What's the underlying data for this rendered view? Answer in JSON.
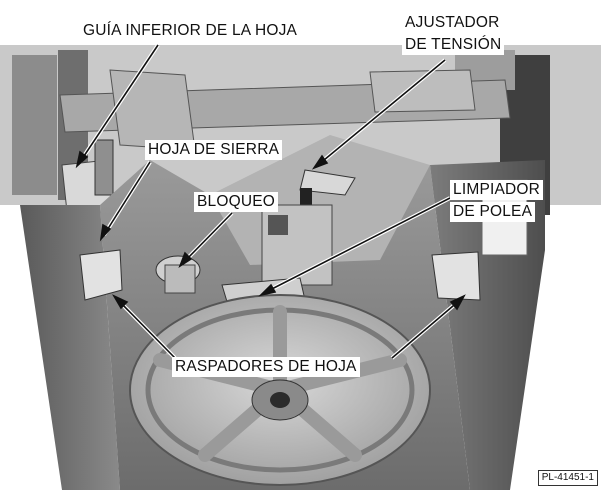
{
  "labels": {
    "lower_blade_guide": "GUÍA INFERIOR DE LA HOJA",
    "tension_adjuster_line1": "AJUSTADOR",
    "tension_adjuster_line2": "DE TENSIÓN",
    "saw_blade": "HOJA DE SIERRA",
    "lock": "BLOQUEO",
    "pulley_cleaner_line1": "LIMPIADOR",
    "pulley_cleaner_line2": "DE POLEA",
    "blade_scrapers": "RASPADORES DE HOJA"
  },
  "reference_code": "PL-41451-1"
}
